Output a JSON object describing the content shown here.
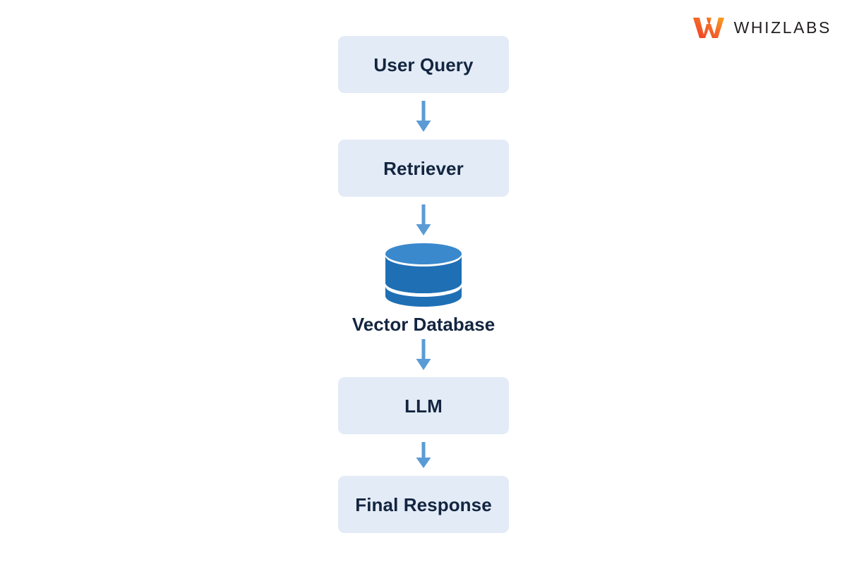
{
  "brand": {
    "name": "WHIZLABS",
    "mark_icon": "whizlabs-w-logomark",
    "mark_colors": [
      "#f04e23",
      "#f7941e"
    ],
    "word_color": "#231f20"
  },
  "diagram": {
    "type": "flowchart",
    "orientation": "vertical",
    "background": "#ffffff",
    "node_fill": "#e3ebf7",
    "node_text_color": "#13253f",
    "arrow_color": "#5b9bd5",
    "database_color": "#1f6fb5",
    "database_top_color": "#3a89cd",
    "nodes": [
      {
        "id": "user-query",
        "label": "User Query",
        "shape": "rounded-rect"
      },
      {
        "id": "retriever",
        "label": "Retriever",
        "shape": "rounded-rect"
      },
      {
        "id": "vector-database",
        "label": "Vector Database",
        "shape": "cylinder"
      },
      {
        "id": "llm",
        "label": "LLM",
        "shape": "rounded-rect"
      },
      {
        "id": "final-response",
        "label": "Final Response",
        "shape": "rounded-rect"
      }
    ],
    "edges": [
      {
        "from": "user-query",
        "to": "retriever",
        "style": "arrow-down"
      },
      {
        "from": "retriever",
        "to": "vector-database",
        "style": "arrow-down"
      },
      {
        "from": "vector-database",
        "to": "llm",
        "style": "arrow-down"
      },
      {
        "from": "llm",
        "to": "final-response",
        "style": "arrow-down"
      }
    ]
  }
}
